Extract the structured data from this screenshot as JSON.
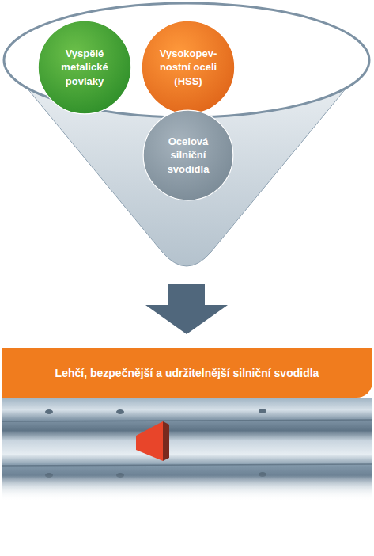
{
  "diagram": {
    "nodes": [
      {
        "text": [
          "Vyspělé metalické povlaky"
        ]
      },
      {
        "text": [
          "Vysokopev- nostní oceli (HSS)"
        ]
      },
      {
        "text": [
          "Ocelová silniční svodidla"
        ]
      },
      {
        "text": [
          "Lehčí, bezpečnější a udržitelnější silniční svodidla"
        ]
      }
    ]
  }
}
